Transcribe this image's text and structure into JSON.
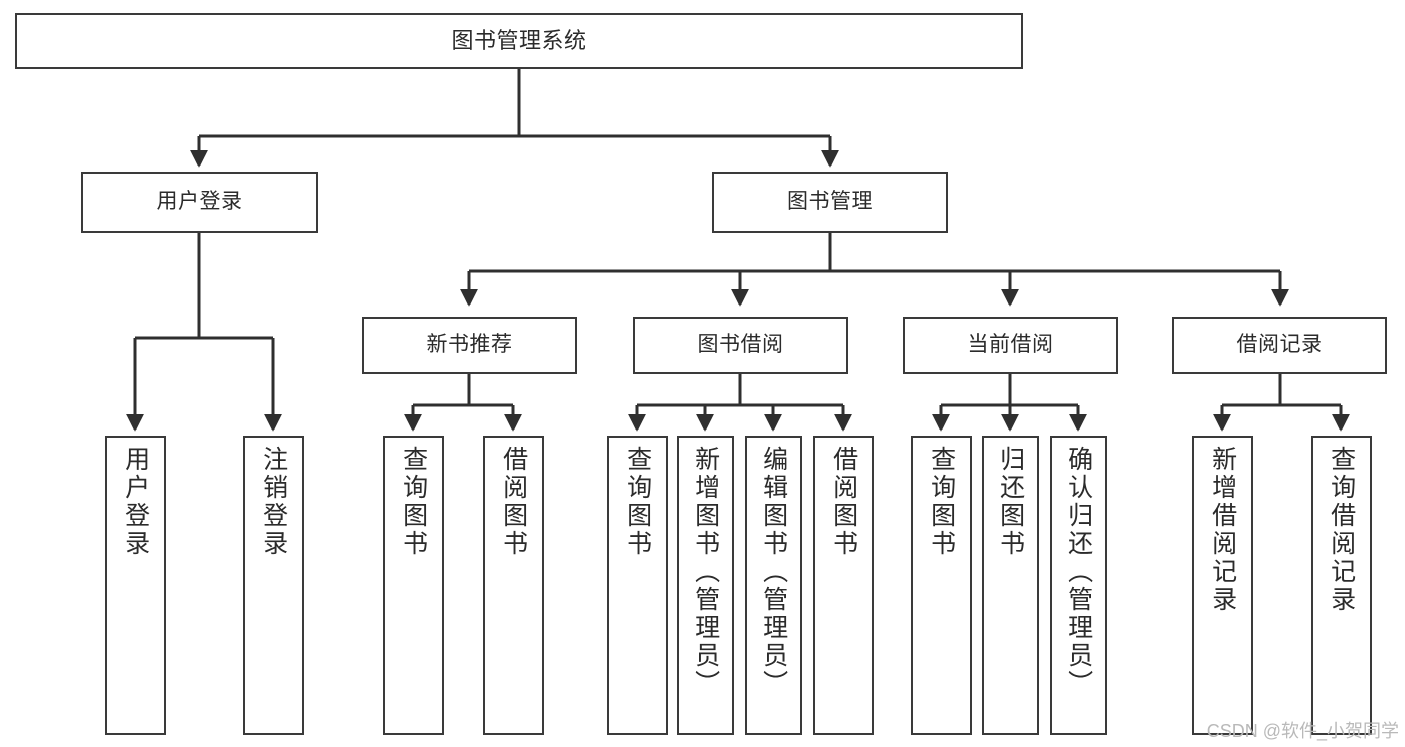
{
  "diagram": {
    "title": "图书管理系统",
    "watermark": "CSDN @软件_小贺同学",
    "colors": {
      "box_border": "#3a3a3a",
      "edge": "#2f2f2f",
      "text": "#2b2b2b",
      "background": "#ffffff",
      "watermark": "#b9b9b9"
    },
    "nodes": {
      "root": {
        "label": "图书管理系统"
      },
      "level1": [
        {
          "label": "用户登录"
        },
        {
          "label": "图书管理"
        }
      ],
      "level2": [
        {
          "label": "新书推荐"
        },
        {
          "label": "图书借阅"
        },
        {
          "label": "当前借阅"
        },
        {
          "label": "借阅记录"
        }
      ],
      "leaves_user_login": [
        {
          "label": "用户登录"
        },
        {
          "label": "注销登录"
        }
      ],
      "leaves_new_book": [
        {
          "label": "查询图书"
        },
        {
          "label": "借阅图书"
        }
      ],
      "leaves_borrow": [
        {
          "label": "查询图书"
        },
        {
          "label": "新增图书（管理员）"
        },
        {
          "label": "编辑图书（管理员）"
        },
        {
          "label": "借阅图书"
        }
      ],
      "leaves_current": [
        {
          "label": "查询图书"
        },
        {
          "label": "归还图书"
        },
        {
          "label": "确认归还（管理员）"
        }
      ],
      "leaves_record": [
        {
          "label": "新增借阅记录"
        },
        {
          "label": "查询借阅记录"
        }
      ]
    }
  }
}
